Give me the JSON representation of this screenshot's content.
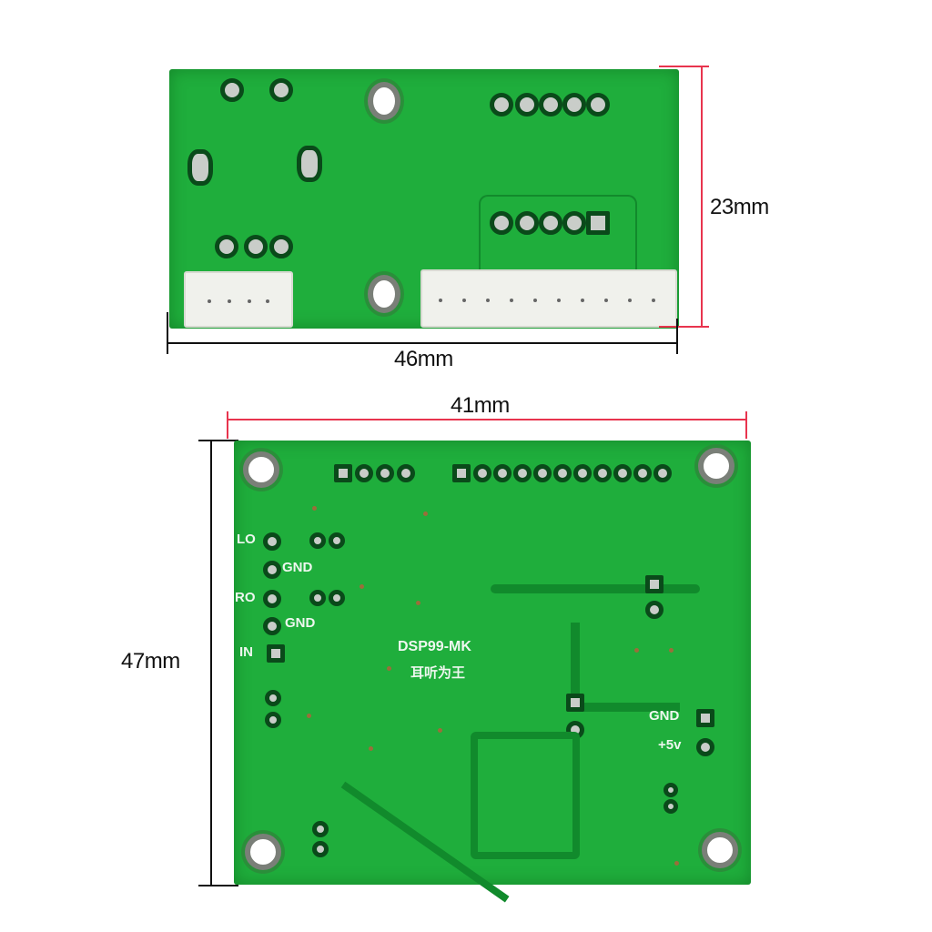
{
  "image": {
    "description": "Product photo of DSP99-MK PCB module with dimension annotations",
    "background": "#ffffff"
  },
  "top_board": {
    "view": "side/back view",
    "width_label": "46mm",
    "height_label": "23mm",
    "pcb_color": "#1fae3c",
    "connectors": [
      {
        "pins": 4
      },
      {
        "pins": 10
      }
    ]
  },
  "bottom_board": {
    "width_label": "41mm",
    "height_label": "47mm",
    "pcb_color": "#1fae3c",
    "silkscreen": {
      "model": "DSP99-MK",
      "slogan": "耳听为王",
      "pin_labels": {
        "lo": "LO",
        "gnd1": "GND",
        "ro": "RO",
        "gnd2": "GND",
        "in": "IN",
        "gnd_power": "GND",
        "plus5v": "+5v"
      }
    },
    "header_rows": [
      {
        "pins": 4
      },
      {
        "pins": 11
      }
    ]
  },
  "colors": {
    "dimension_red": "#e8344e",
    "dimension_black": "#111111",
    "pad_silver": "#c9cdc9",
    "trace_dark": "#0a4a1a"
  }
}
